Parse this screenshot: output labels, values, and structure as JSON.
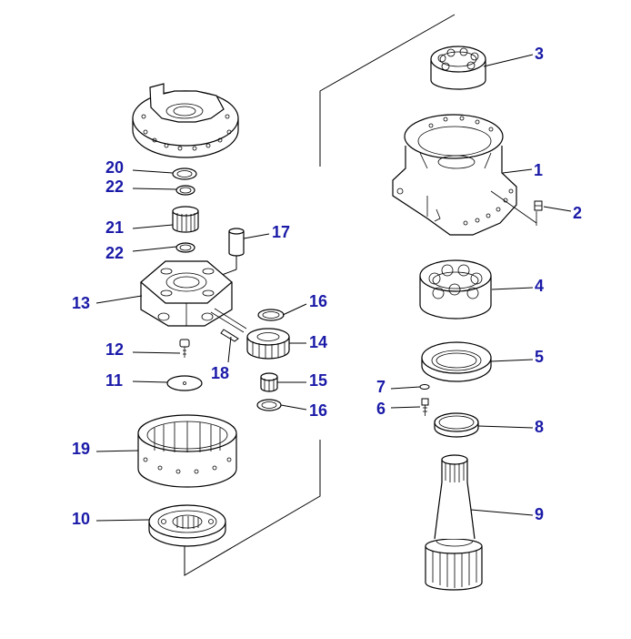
{
  "colors": {
    "label": "#1a1aa8",
    "linework": "#000000",
    "background": "#ffffff"
  },
  "labels": {
    "p1": "1",
    "p2": "2",
    "p3": "3",
    "p4": "4",
    "p5": "5",
    "p6": "6",
    "p7": "7",
    "p8": "8",
    "p9": "9",
    "p10": "10",
    "p11": "11",
    "p12": "12",
    "p13": "13",
    "p14": "14",
    "p15": "15",
    "p16a": "16",
    "p16b": "16",
    "p17": "17",
    "p18": "18",
    "p19": "19",
    "p20": "20",
    "p21": "21",
    "p22a": "22",
    "p22b": "22"
  }
}
